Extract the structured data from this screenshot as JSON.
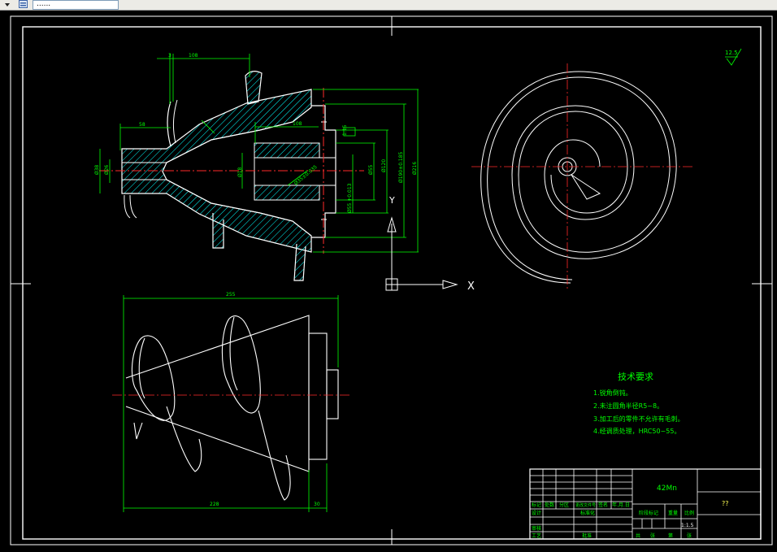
{
  "toolbar": {
    "layer_value": "......",
    "icons": [
      "dropdown-arrow-icon",
      "layer-manager-icon"
    ]
  },
  "drawing": {
    "surface_roughness": "12.5",
    "ucs": {
      "x_label": "X",
      "y_label": "Y"
    },
    "section_view": {
      "dims": {
        "top_small": "3",
        "top_len": "108",
        "left_len": "58",
        "mid_len": "108",
        "d_left": "Ø38",
        "d_left2": "Ø26",
        "d_bore": "Ø18",
        "d_hub": "Ø55",
        "d_r1": "Ø120",
        "d_r2": "Ø190±0.185",
        "d_r3": "Ø216",
        "d_small": "Ø55 +0.013",
        "slot": "Ø35±0.035",
        "taper": "1:15"
      }
    },
    "side_view": {
      "dims": {
        "overall": "255",
        "bottom": "228",
        "right": "30"
      }
    },
    "tech_requirements": {
      "title": "技术要求",
      "items": [
        "1.锐角倒钝。",
        "2.未注圆角半径R5~8。",
        "3.加工后的零件不允许有毛刺。",
        "4.经调质处理，HRC50~55。"
      ]
    },
    "title_block": {
      "material": "42Mn",
      "name": "??",
      "scale": "1:1.5",
      "row_labels": [
        "标记",
        "处数",
        "分区",
        "更改文件号",
        "签名",
        "年.月.日"
      ],
      "row2": [
        "设计",
        "标准化"
      ],
      "row3": [
        "审核"
      ],
      "row4": [
        "工艺",
        "批准"
      ],
      "stage_labels": [
        "阶段标记",
        "重量",
        "比例"
      ],
      "sheet": [
        "共",
        "张",
        "第",
        "张"
      ]
    }
  },
  "colors": {
    "background": "#000000",
    "outline": "#ffffff",
    "dimension": "#00ff00",
    "centerline": "#ff2a2a",
    "hatch": "#00ffff",
    "annotation": "#00ff00"
  }
}
